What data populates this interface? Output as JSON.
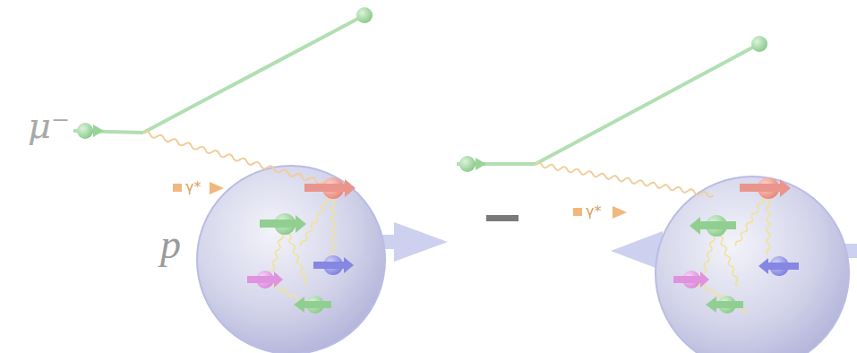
{
  "diagram": {
    "labels": [
      "μ⁻",
      "p",
      "γ*",
      "γ*"
    ]
  }
}
